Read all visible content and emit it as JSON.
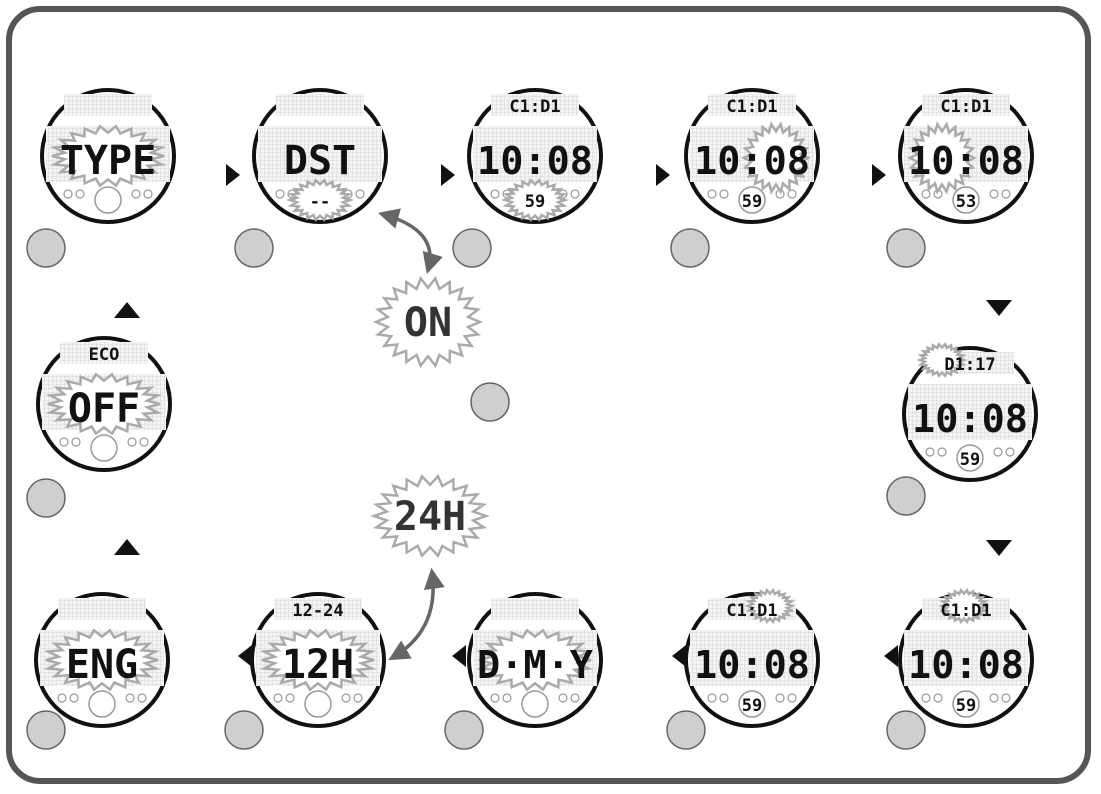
{
  "colors": {
    "frame": "#555555",
    "ink": "#111111",
    "lcd_fill": "#f4f4f4",
    "lcd_grid": "#cfcfcf",
    "burst": "#aaaaaa",
    "button": "#cfcfcf"
  },
  "screens": [
    {
      "id": "s1",
      "top": "",
      "main": "TYPE",
      "sub": "",
      "bursts": [
        "main"
      ]
    },
    {
      "id": "s2",
      "top": "",
      "main": "DST",
      "sub": "--",
      "bursts": [
        "sub"
      ]
    },
    {
      "id": "s3",
      "top": "C1:D1",
      "main": "10:08",
      "sub": "59",
      "bursts": [
        "sub"
      ]
    },
    {
      "id": "s4",
      "top": "C1:D1",
      "main": "10:08",
      "sub": "59",
      "bursts": [
        "minute"
      ]
    },
    {
      "id": "s5",
      "top": "C1:D1",
      "main": "10:08",
      "sub": "53",
      "bursts": [
        "hour"
      ]
    },
    {
      "id": "s6",
      "top": "D1:17",
      "main": "10:08",
      "sub": "59",
      "bursts": [
        "topleft"
      ]
    },
    {
      "id": "s7",
      "top": "C1:D1",
      "main": "10:08",
      "sub": "59",
      "bursts": [
        "topmid"
      ]
    },
    {
      "id": "s8",
      "top": "C1:D1",
      "main": "10:08",
      "sub": "59",
      "bursts": [
        "topright"
      ]
    },
    {
      "id": "s9",
      "top": "",
      "main": "D·M·Y",
      "sub": "",
      "bursts": [
        "main"
      ]
    },
    {
      "id": "s10",
      "top": "12-24",
      "main": "12H",
      "sub": "",
      "bursts": [
        "main"
      ]
    },
    {
      "id": "s11",
      "top": "",
      "main": "ENG",
      "sub": "",
      "bursts": [
        "main"
      ]
    },
    {
      "id": "s12",
      "top": "ECO",
      "main": "OFF",
      "sub": "",
      "bursts": [
        "main"
      ]
    }
  ],
  "callouts": [
    {
      "id": "on",
      "text": "ON"
    },
    {
      "id": "h24",
      "text": "24H"
    }
  ],
  "arrows": {
    "right": "▶",
    "left": "◀",
    "up": "▲",
    "down": "▼"
  }
}
